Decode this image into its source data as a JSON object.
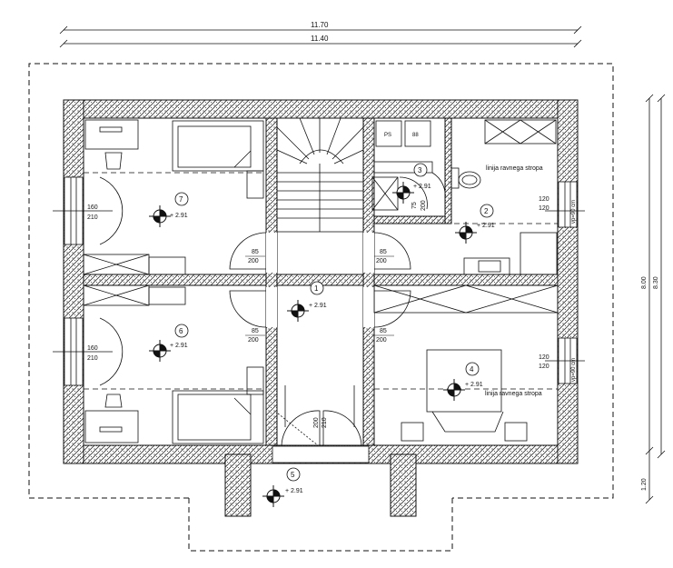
{
  "dimensions": {
    "overall_top": "11.70",
    "inner_top": "11.40",
    "right_outer": "8.30",
    "right_inner": "8.00",
    "balcony_depth": "1.20"
  },
  "rooms": [
    {
      "id": "room-1",
      "number": "1",
      "level": "+ 2.91"
    },
    {
      "id": "room-2",
      "number": "2",
      "level": "+ 2.91"
    },
    {
      "id": "room-3",
      "number": "3",
      "level": "+ 2.91"
    },
    {
      "id": "room-4",
      "number": "4",
      "level": "+ 2.91"
    },
    {
      "id": "room-5",
      "number": "5",
      "level": "+ 2.91"
    },
    {
      "id": "room-6",
      "number": "6",
      "level": "+ 2.91"
    },
    {
      "id": "room-7",
      "number": "7",
      "level": "+ 2.91"
    }
  ],
  "doors": {
    "d85": "85",
    "d200": "200",
    "d75": "75",
    "d210": "210"
  },
  "windows": {
    "w160": "160",
    "w210": "210",
    "w120": "120",
    "vp_label": "vp=90 cm"
  },
  "notes": {
    "ceiling_line": "linija ravnega stropa"
  },
  "fixtures": {
    "washer": "PS",
    "box_88": "88"
  }
}
